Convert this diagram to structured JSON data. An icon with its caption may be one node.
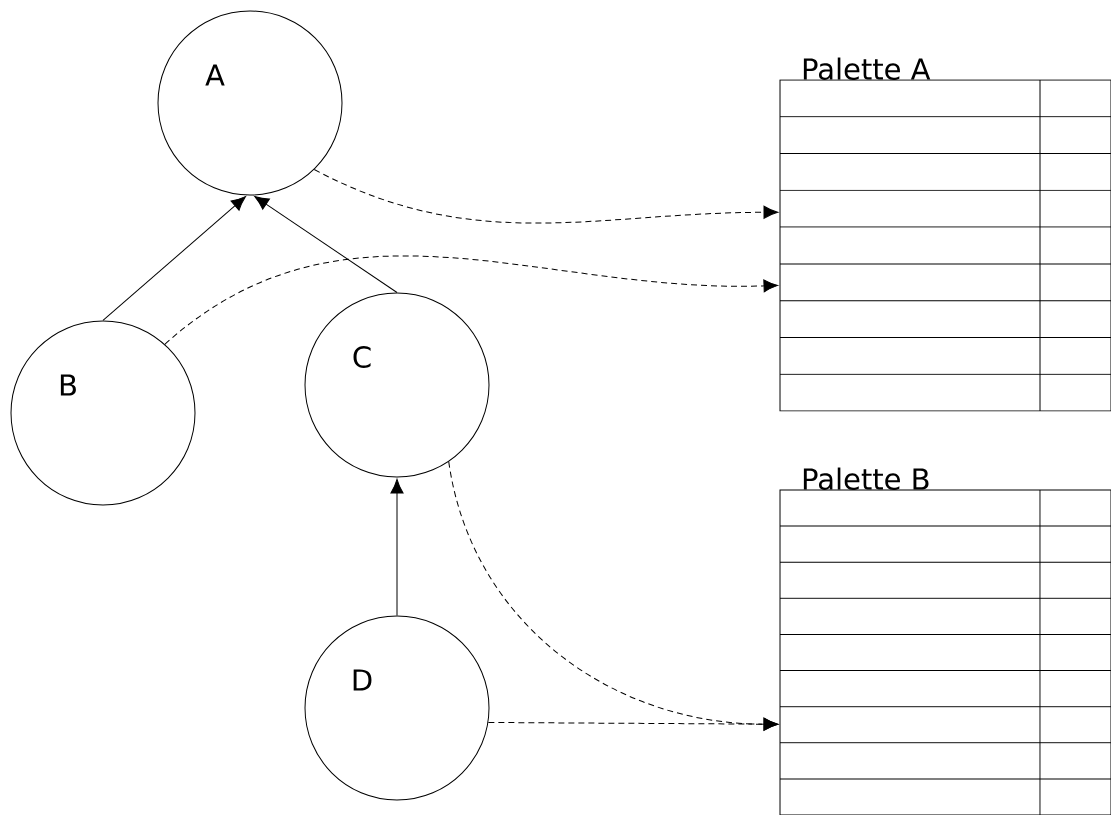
{
  "diagram": {
    "nodes": [
      {
        "text": [
          "A"
        ]
      },
      {
        "text": [
          "B"
        ]
      },
      {
        "text": [
          "C"
        ]
      },
      {
        "text": [
          "D"
        ]
      },
      {
        "text": [
          "Palette A"
        ]
      },
      {
        "text": [
          "Palette B"
        ]
      }
    ],
    "edges": [
      {
        "from": 1,
        "to": 0,
        "arrow": "to"
      },
      {
        "from": 2,
        "to": 0,
        "arrow": "to"
      },
      {
        "from": 3,
        "to": 2,
        "arrow": "to"
      },
      {
        "from": 0,
        "to": 4,
        "arrow": "to",
        "style": "dashed"
      },
      {
        "from": 1,
        "to": 4,
        "arrow": "to",
        "style": "dashed"
      },
      {
        "from": 2,
        "to": 5,
        "arrow": "to",
        "style": "dashed"
      },
      {
        "from": 3,
        "to": 5,
        "arrow": "to",
        "style": "dashed"
      }
    ]
  }
}
